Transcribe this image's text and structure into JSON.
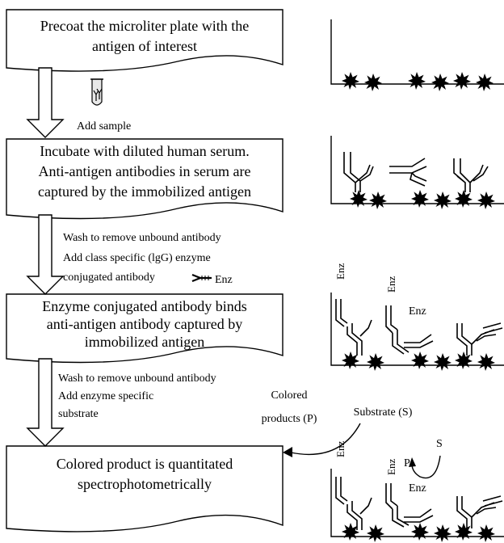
{
  "steps": [
    {
      "line1": "Precoat the microliter plate with the",
      "line2": "antigen of interest",
      "line3": ""
    },
    {
      "line1": "Incubate with diluted human serum.",
      "line2": "Anti-antigen antibodies in serum are",
      "line3": "captured by the immobilized antigen"
    },
    {
      "line1": "Enzyme conjugated antibody binds",
      "line2": "anti-antigen antibody captured by",
      "line3": "immobilized antigen"
    },
    {
      "line1": "Colored product is quantitated",
      "line2": "spectrophotometrically",
      "line3": ""
    }
  ],
  "arrow_labels": {
    "add_sample": "Add sample",
    "wash_1": "Wash to remove unbound antibody",
    "add_conjugate_1": "Add class specific (lgG) enzyme",
    "add_conjugate_2": "conjugated antibody",
    "enz_legend": "Enz",
    "wash_2": "Wash to remove unbound antibody",
    "add_substrate_1": "Add enzyme specific",
    "add_substrate_2": "substrate"
  },
  "reaction": {
    "colored_1": "Colored",
    "colored_2": "products (P)",
    "substrate": "Substrate (S)",
    "p": "P",
    "s": "S"
  },
  "enzyme_label": "Enz"
}
